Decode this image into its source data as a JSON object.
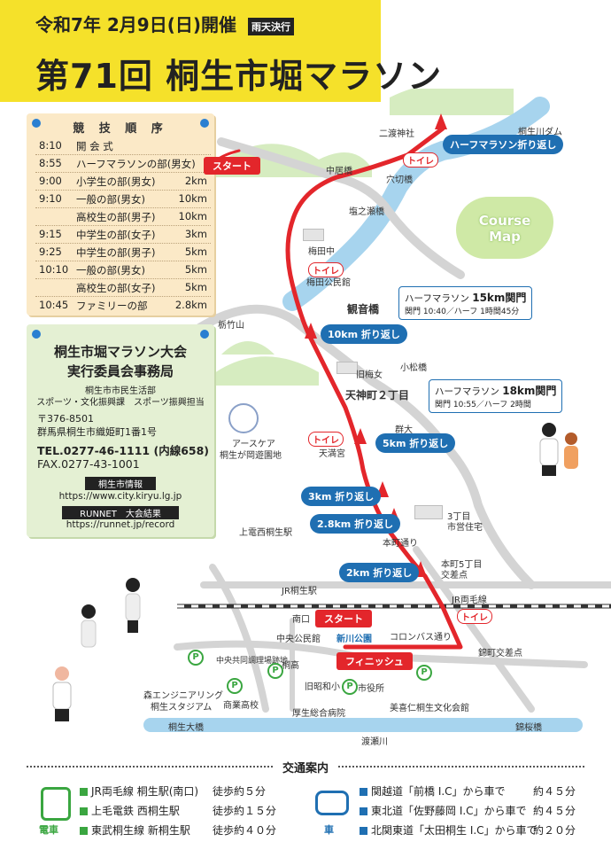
{
  "header": {
    "date": "令和7年 2月9日(日)開催",
    "rain_note": "雨天決行",
    "title": "第71回 桐生市堀マラソン"
  },
  "schedule": {
    "heading": "競 技 順 序",
    "rows": [
      {
        "time": "8:10",
        "event": "開 会 式",
        "dist": ""
      },
      {
        "time": "8:55",
        "event": "ハーフマラソンの部(男女)",
        "dist": ""
      },
      {
        "time": "9:00",
        "event": "小学生の部(男女)",
        "dist": "2km"
      },
      {
        "time": "9:10",
        "event": "一般の部(男女)",
        "dist": "10km"
      },
      {
        "time": "",
        "event": "高校生の部(男子)",
        "dist": "10km"
      },
      {
        "time": "9:15",
        "event": "中学生の部(女子)",
        "dist": "3km"
      },
      {
        "time": "9:25",
        "event": "中学生の部(男子)",
        "dist": "5km"
      },
      {
        "time": "10:10",
        "event": "一般の部(男女)",
        "dist": "5km"
      },
      {
        "time": "",
        "event": "高校生の部(女子)",
        "dist": "5km"
      },
      {
        "time": "10:45",
        "event": "ファミリーの部",
        "dist": "2.8km"
      }
    ]
  },
  "office": {
    "title1": "桐生市堀マラソン大会",
    "title2": "実行委員会事務局",
    "dept1": "桐生市市民生活部",
    "dept2": "スポーツ・文化振興課　スポーツ振興担当",
    "postal": "〒376-8501",
    "address": "群馬県桐生市織姫町1番1号",
    "tel": "TEL.0277-46-1111 (内線658)",
    "fax": "FAX.0277-43-1001",
    "info_label": "桐生市情報",
    "info_url": "https://www.city.kiryu.lg.jp",
    "runnet_label": "RUNNET　大会結果",
    "runnet_url": "https://runnet.jp/record"
  },
  "map": {
    "course_map": "Course Map",
    "turns": {
      "half": "ハーフマラソン折り返し",
      "t10": "10km 折り返し",
      "t5": "5km 折り返し",
      "t3": "3km 折り返し",
      "t28": "2.8km 折り返し",
      "t2": "2km 折り返し"
    },
    "cutoff15": {
      "title": "ハーフマラソン",
      "dist": "15km関門",
      "sub": "関門 10:40／ハーフ 1時間45分"
    },
    "cutoff18": {
      "title": "ハーフマラソン",
      "dist": "18km関門",
      "sub": "関門 10:55／ハーフ 2時間"
    },
    "toilet": "トイレ",
    "start": "スタート",
    "finish": "フィニッシュ",
    "places": {
      "futawatari": "二渡神社",
      "dam": "桐生川ダム",
      "nakaibashi": "中居橋",
      "anakiri": "穴切橋",
      "shiono": "塩之瀬橋",
      "umedachu": "梅田中",
      "umeda_hall": "梅田公民館",
      "kannon": "観音橋",
      "tochiku": "栃竹山",
      "kyuumemajo": "旧梅女",
      "komatsu": "小松橋",
      "tenjin": "天神町２丁目",
      "gunma": "群大",
      "tenmangu": "天満宮",
      "earthcare1": "アースケア",
      "earthcare2": "桐生が岡遊園地",
      "kamiden": "上電西桐生駅",
      "chome3a": "3丁目",
      "chome3b": "市営住宅",
      "honcho_st": "本町通り",
      "honcho5a": "本町5丁目",
      "honcho5b": "交差点",
      "jr_kiryu": "JR桐生駅",
      "jr_line": "JR両毛線",
      "minamiguchi": "南口",
      "shinkawa": "新川公園",
      "colonnade": "コロンバス通り",
      "nishikido": "錦町交差点",
      "chuo_kominkan": "中央公民館",
      "chuo_kyoshoku": "中央共同調理場跡地",
      "kiryu_koko": "桐高",
      "kyushowa": "旧昭和小",
      "shiyakusho": "市役所",
      "stadium1": "森エンジニアリング",
      "stadium2": "桐生スタジアム",
      "shogyo": "商業高校",
      "kosei": "厚生総合病院",
      "bunka": "美喜仁桐生文化会館",
      "ohashi": "桐生大橋",
      "watarase": "渡瀬川",
      "kinshi": "錦桜橋"
    }
  },
  "access": {
    "heading": "交通案内",
    "train_label": "電車",
    "car_label": "車",
    "train": [
      {
        "line": "JR両毛線 桐生駅(南口)",
        "time": "徒歩約５分"
      },
      {
        "line": "上毛電鉄 西桐生駅",
        "time": "徒歩約１５分"
      },
      {
        "line": "東武桐生線 新桐生駅",
        "time": "徒歩約４０分"
      }
    ],
    "car": [
      {
        "line": "関越道「前橋 I.C」から車で",
        "time": "約４５分"
      },
      {
        "line": "東北道「佐野藤岡 I.C」から車で",
        "time": "約４５分"
      },
      {
        "line": "北関東道「太田桐生 I.C」から車で",
        "time": "約２０分"
      }
    ]
  },
  "colors": {
    "yellow": "#f5e12a",
    "route": "#e3262b",
    "river": "#a7d4ee",
    "blue": "#1f6fb2",
    "green": "#3aa640"
  }
}
